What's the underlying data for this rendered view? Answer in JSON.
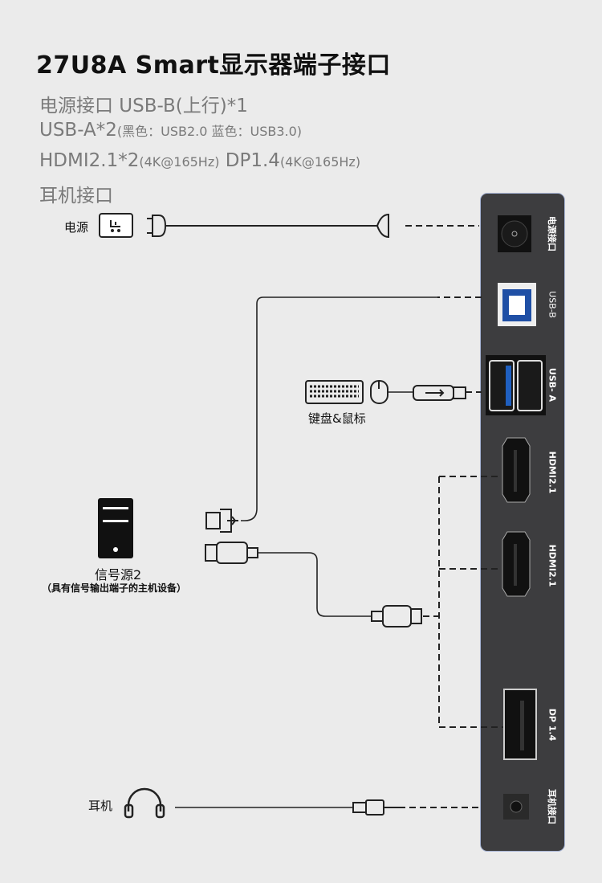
{
  "title": "27U8A Smart显示器端子接口",
  "specs": {
    "line1": "电源接口  USB-B(上行)*1",
    "line2_main": "USB-A*2",
    "line2_note": "(黑色：USB2.0 蓝色：USB3.0)",
    "line3_hdmi": "HDMI2.1*2",
    "line3_hdmi_note": "(4K@165Hz)",
    "line3_dp": " DP1.4",
    "line3_dp_note": "(4K@165Hz)",
    "line4": "耳机接口"
  },
  "devices": {
    "power": "电源",
    "keyboard_mouse": "键盘&鼠标",
    "source": "信号源2",
    "source_note": "（具有信号输出端子的主机设备）",
    "headphones": "耳机"
  },
  "ports": {
    "power": "电源接口",
    "usb_b": "USB-B",
    "usb_a": "USB- A",
    "hdmi1": "HDMI2.1",
    "hdmi2": "HDMI2.1",
    "dp": "DP 1.4",
    "audio": "耳机接口"
  },
  "colors": {
    "panel": "#3d3d3f",
    "usb3_blue": "#1f5fbf",
    "background": "#ebebeb"
  }
}
